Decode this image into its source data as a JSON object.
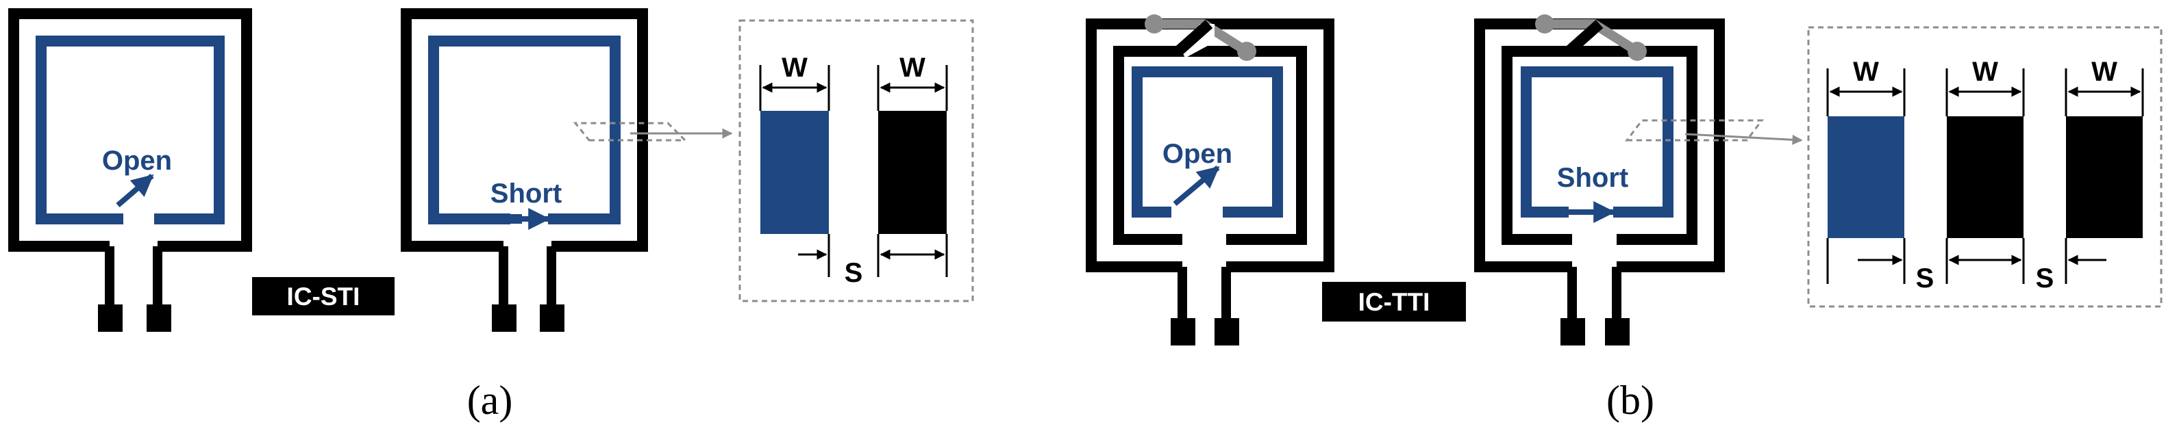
{
  "colors": {
    "black": "#000000",
    "blue": "#1f4781",
    "link": "#8c8c8c",
    "dash": "#8c8c8c",
    "white": "#ffffff"
  },
  "panel_a": {
    "caption": "(a)",
    "badge": "IC-STI",
    "inner_open_label": "Open",
    "inner_short_label": "Short",
    "inset": {
      "w1": "W",
      "w2": "W",
      "s": "S"
    }
  },
  "panel_b": {
    "caption": "(b)",
    "badge": "IC-TTI",
    "inner_open_label": "Open",
    "inner_short_label": "Short",
    "inset": {
      "w1": "W",
      "w2": "W",
      "w3": "W",
      "s1": "S",
      "s2": "S"
    }
  },
  "icons": [
    "coil-trace",
    "arrow",
    "pad",
    "crossover-link"
  ]
}
